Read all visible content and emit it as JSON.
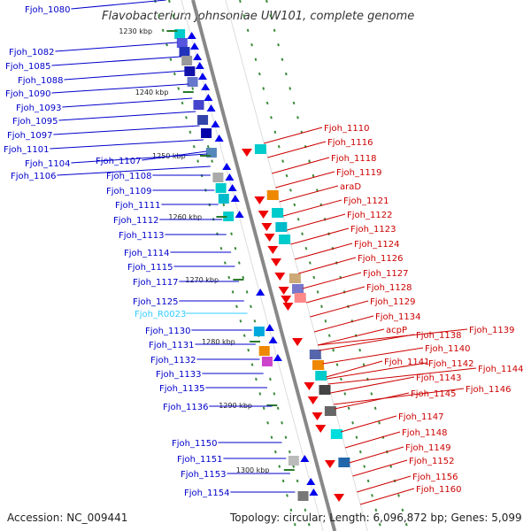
{
  "title": "Flavobacterium johnsoniae UW101, complete genome",
  "accession": "Accession: NC_009441",
  "stats": "Topology: circular; Length: 6,096,872 bp; Genes: 5,099",
  "colors": {
    "forward_label": "#0000cc",
    "reverse_label": "#cc0000",
    "rna_label": "#33ccff",
    "backbone": "#888888"
  },
  "kbp_ticks": [
    "1230 kbp",
    "1240 kbp",
    "1250 kbp",
    "1260 kbp",
    "1270 kbp",
    "1280 kbp",
    "1290 kbp",
    "1300 kbp"
  ],
  "forward_genes": [
    "Fjoh_1080",
    "Fjoh_1082",
    "Fjoh_1085",
    "Fjoh_1088",
    "Fjoh_1090",
    "Fjoh_1093",
    "Fjoh_1095",
    "Fjoh_1097",
    "Fjoh_1101",
    "Fjoh_1104",
    "Fjoh_1106",
    "Fjoh_1107",
    "Fjoh_1108",
    "Fjoh_1109",
    "Fjoh_1111",
    "Fjoh_1112",
    "Fjoh_1113",
    "Fjoh_1114",
    "Fjoh_1115",
    "Fjoh_1117",
    "Fjoh_1125",
    "Fjoh_R0023",
    "Fjoh_1130",
    "Fjoh_1131",
    "Fjoh_1132",
    "Fjoh_1133",
    "Fjoh_1135",
    "Fjoh_1136",
    "Fjoh_1150",
    "Fjoh_1151",
    "Fjoh_1153",
    "Fjoh_1154"
  ],
  "reverse_genes": [
    "Fjoh_1110",
    "Fjoh_1116",
    "Fjoh_1118",
    "Fjoh_1119",
    "araD",
    "Fjoh_1121",
    "Fjoh_1122",
    "Fjoh_1123",
    "Fjoh_1124",
    "Fjoh_1126",
    "Fjoh_1127",
    "Fjoh_1128",
    "Fjoh_1129",
    "Fjoh_1134",
    "acpP",
    "Fjoh_1138",
    "Fjoh_1139",
    "Fjoh_1140",
    "Fjoh_1141",
    "Fjoh_1142",
    "Fjoh_1143",
    "Fjoh_1144",
    "Fjoh_1145",
    "Fjoh_1146",
    "Fjoh_1147",
    "Fjoh_1148",
    "Fjoh_1149",
    "Fjoh_1152",
    "Fjoh_1156",
    "Fjoh_1160"
  ]
}
